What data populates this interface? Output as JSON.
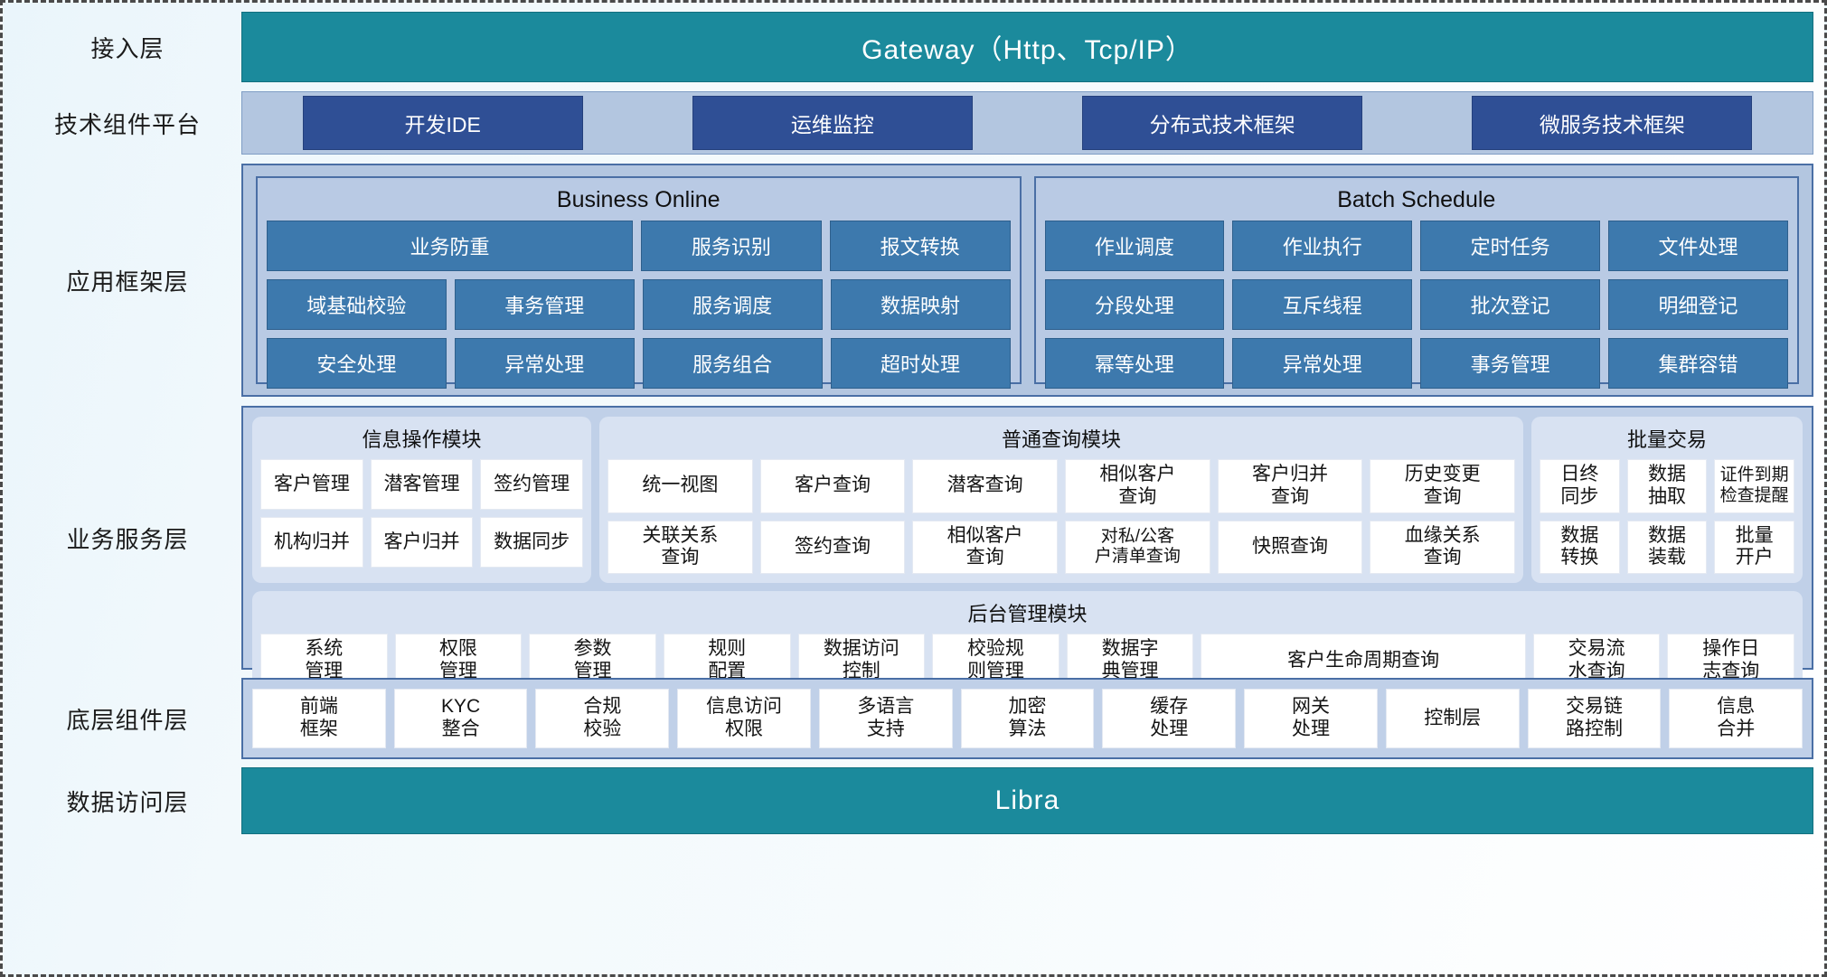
{
  "layers": {
    "access": {
      "label": "接入层",
      "bar": "Gateway（Http、Tcp/IP）"
    },
    "tech": {
      "label": "技术组件平台",
      "chips": [
        "开发IDE",
        "运维监控",
        "分布式技术框架",
        "微服务技术框架"
      ]
    },
    "app_framework": {
      "label": "应用框架层",
      "panels": [
        {
          "title": "Business Online",
          "rows": [
            [
              "业务防重",
              "服务识别",
              "报文转换"
            ],
            [
              "域基础校验",
              "事务管理",
              "服务调度",
              "数据映射"
            ],
            [
              "安全处理",
              "异常处理",
              "服务组合",
              "超时处理"
            ]
          ]
        },
        {
          "title": "Batch Schedule",
          "rows": [
            [
              "作业调度",
              "作业执行",
              "定时任务",
              "文件处理"
            ],
            [
              "分段处理",
              "互斥线程",
              "批次登记",
              "明细登记"
            ],
            [
              "幂等处理",
              "异常处理",
              "事务管理",
              "集群容错"
            ]
          ]
        }
      ]
    },
    "business_service": {
      "label": "业务服务层",
      "modules": [
        {
          "title": "信息操作模块",
          "rows": [
            [
              "客户管理",
              "潜客管理",
              "签约管理"
            ],
            [
              "机构归并",
              "客户归并",
              "数据同步"
            ]
          ]
        },
        {
          "title": "普通查询模块",
          "rows": [
            [
              "统一视图",
              "客户查询",
              "潜客查询",
              "相似客户\n查询",
              "客户归并\n查询",
              "历史变更\n查询"
            ],
            [
              "关联关系\n查询",
              "签约查询",
              "相似客户\n查询",
              "对私/公客\n户清单查询",
              "快照查询",
              "血缘关系\n查询"
            ]
          ]
        },
        {
          "title": "批量交易",
          "rows": [
            [
              "日终\n同步",
              "数据\n抽取",
              "证件到期\n检查提醒"
            ],
            [
              "数据\n转换",
              "数据\n装载",
              "批量\n开户"
            ]
          ]
        }
      ],
      "admin_module": {
        "title": "后台管理模块",
        "cells": [
          {
            "text": "系统\n管理",
            "wide": false
          },
          {
            "text": "权限\n管理",
            "wide": false
          },
          {
            "text": "参数\n管理",
            "wide": false
          },
          {
            "text": "规则\n配置",
            "wide": false
          },
          {
            "text": "数据访问\n控制",
            "wide": false
          },
          {
            "text": "校验规\n则管理",
            "wide": false
          },
          {
            "text": "数据字\n典管理",
            "wide": false
          },
          {
            "text": "客户生命周期查询",
            "wide": true
          },
          {
            "text": "交易流\n水查询",
            "wide": false
          },
          {
            "text": "操作日\n志查询",
            "wide": false
          }
        ]
      }
    },
    "bottom_components": {
      "label": "底层组件层",
      "cells": [
        "前端\n框架",
        "KYC\n整合",
        "合规\n校验",
        "信息访问\n权限",
        "多语言\n支持",
        "加密\n算法",
        "缓存\n处理",
        "网关\n处理",
        "控制层",
        "交易链\n路控制",
        "信息\n合并"
      ]
    },
    "data_access": {
      "label": "数据访问层",
      "bar": "Libra"
    }
  },
  "colors": {
    "teal": "#1b8a9c",
    "tech_chip": "#2f4f95",
    "app_cell": "#3d79ad",
    "band_blue": "#b3c6e0",
    "module_bg": "#d8e2f2"
  }
}
